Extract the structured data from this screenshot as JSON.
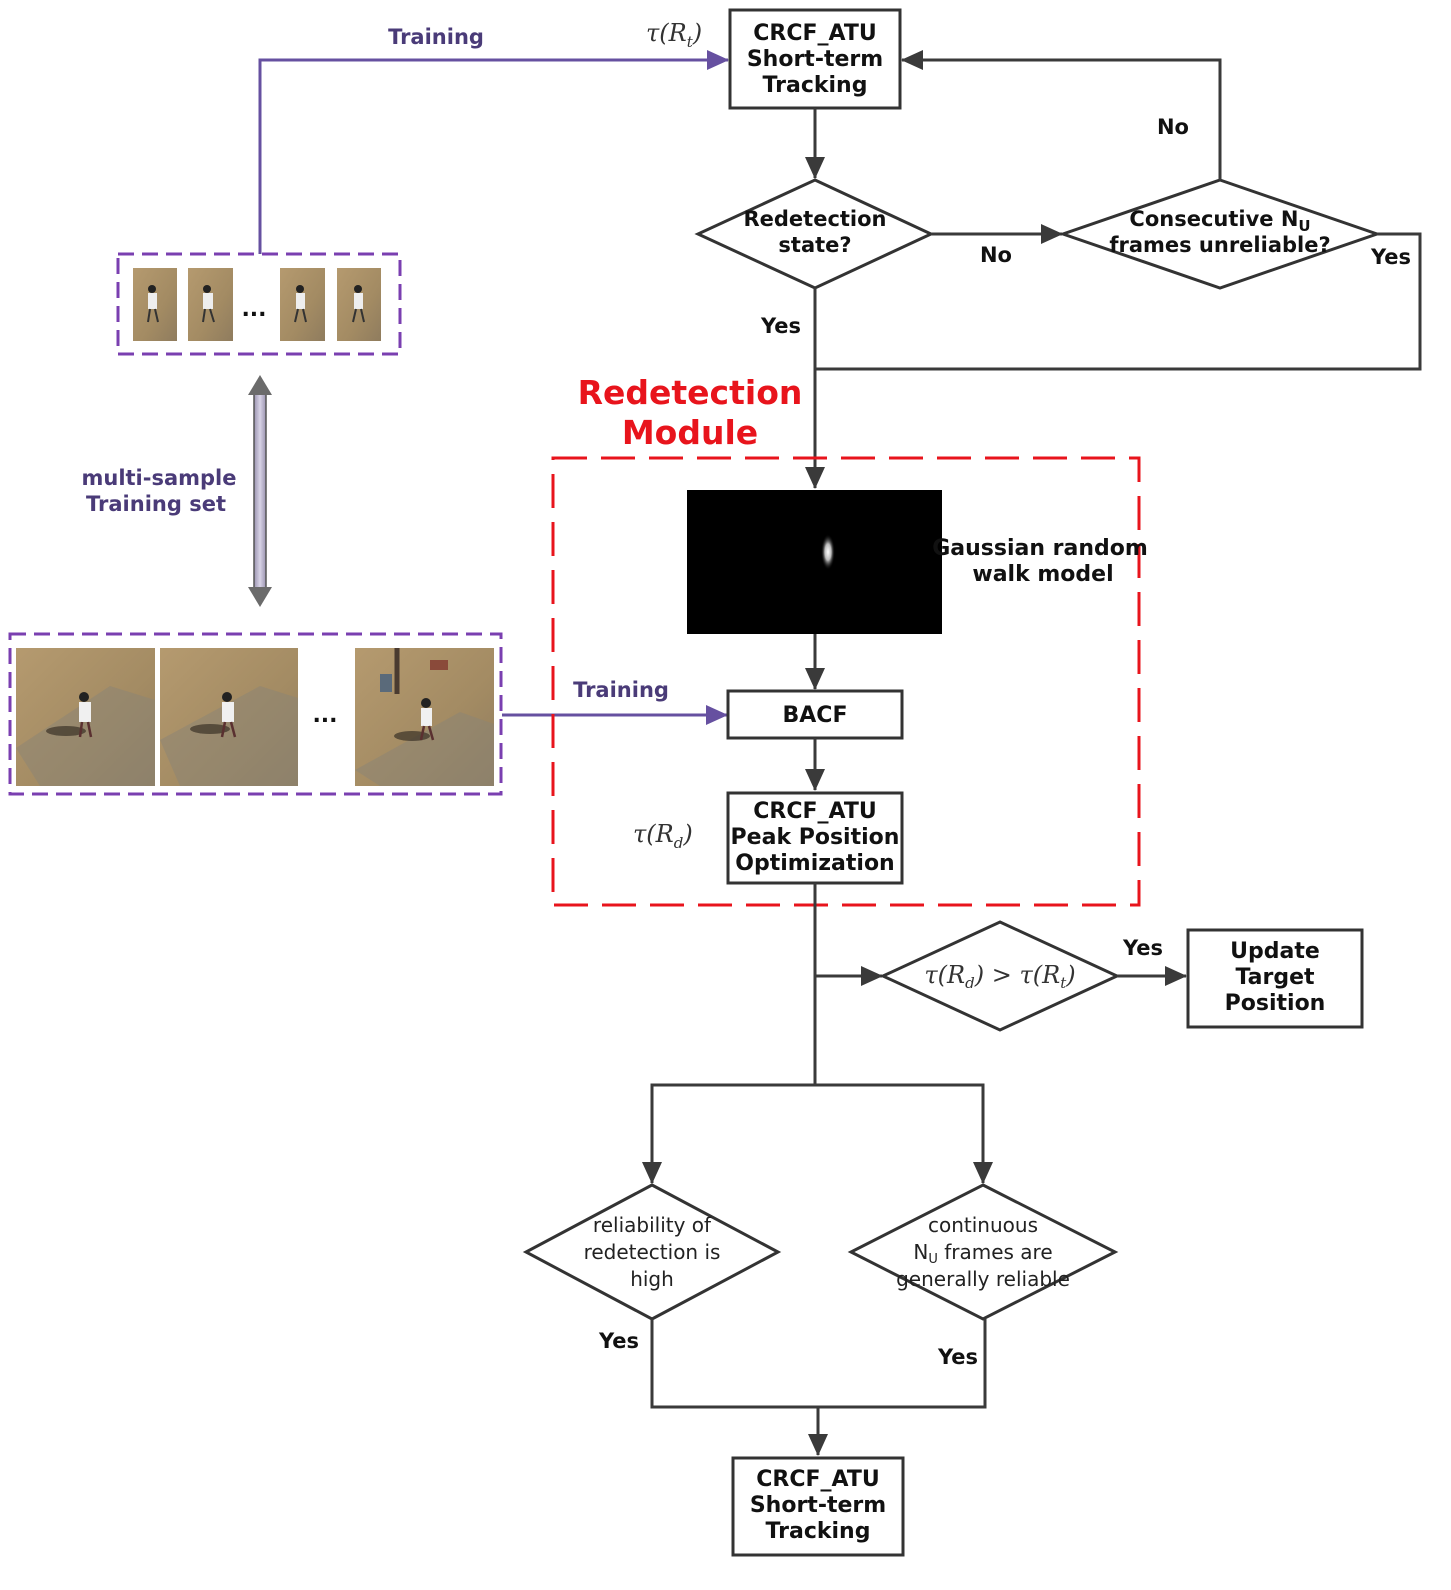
{
  "training_top": "Training",
  "training_mid": "Training",
  "tau_rt": {
    "base": "τ(R",
    "sub": "t",
    "close": ")"
  },
  "tau_rd": {
    "base": "τ(R",
    "sub": "d",
    "close": ")"
  },
  "box_top": [
    "CRCF_ATU",
    "Short-term",
    "Tracking"
  ],
  "diamond_redetection": [
    "Redetection",
    "state?"
  ],
  "diamond_consecutive": {
    "line1_prefix": "Consecutive N",
    "line1_sub": "U",
    "line2": "frames unreliable?"
  },
  "label_no_left": "No",
  "label_no_top": "No",
  "label_yes_consecutive": "Yes",
  "label_yes_redetection": "Yes",
  "module_title": [
    "Redetection",
    "Module"
  ],
  "gaussian_label": [
    "Gaussian random",
    "walk model"
  ],
  "bacf_label": "BACF",
  "box_peak": [
    "CRCF_ATU",
    "Peak Position",
    "Optimization"
  ],
  "diamond_compare": {
    "a": "τ(R",
    "a_sub": "d",
    "op": ") > τ(R",
    "b_sub": "t",
    "close": ")"
  },
  "label_yes_compare": "Yes",
  "box_update": [
    "Update",
    "Target",
    "Position"
  ],
  "diamond_reliability": [
    "reliability of",
    "redetection is",
    "high"
  ],
  "diamond_continuous": {
    "line1": "continuous",
    "line2_prefix": "N",
    "line2_sub": "U",
    "line2_suffix": " frames are",
    "line3": "generally reliable"
  },
  "label_yes_reliability": "Yes",
  "label_yes_continuous": "Yes",
  "box_bottom": [
    "CRCF_ATU",
    "Short-term",
    "Tracking"
  ],
  "multi_sample_label": [
    "multi-sample",
    "Training set"
  ],
  "ellipsis_top": "...",
  "ellipsis_bottom": "..."
}
